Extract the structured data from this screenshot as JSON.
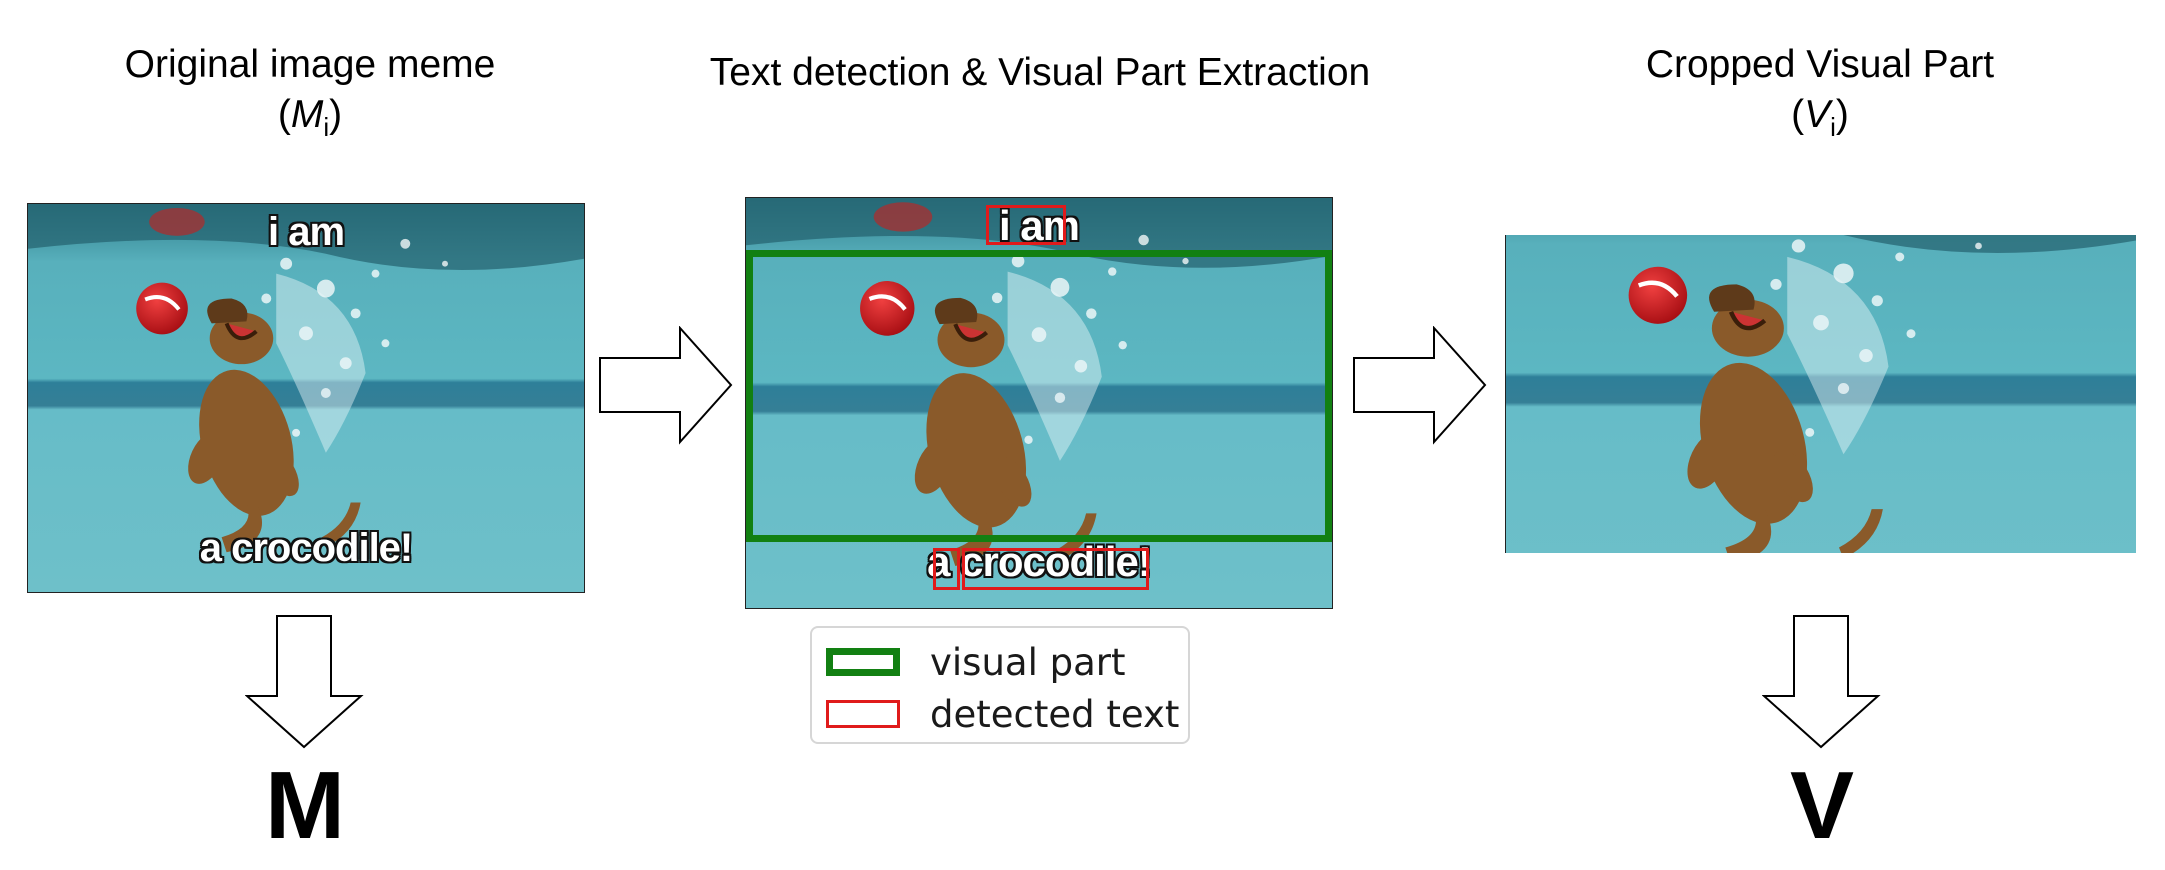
{
  "headings": {
    "original": {
      "line1": "Original image meme",
      "line2_open": "(",
      "line2_var": "M",
      "line2_sub": "i",
      "line2_close": ")"
    },
    "detection": {
      "line1": "Text detection & Visual Part Extraction"
    },
    "cropped": {
      "line1": "Cropped Visual Part",
      "line2_open": "(",
      "line2_var": "V",
      "line2_sub": "i",
      "line2_close": ")"
    }
  },
  "meme_text": {
    "top": "i am",
    "bottom": "a crocodile!",
    "bottom_word1": "a",
    "bottom_word2": "crocodile!"
  },
  "legend": [
    {
      "label": "visual part",
      "color": "#128012"
    },
    {
      "label": "detected text",
      "color": "#e01b1b"
    }
  ],
  "outputs": {
    "left": "M",
    "right": "V"
  },
  "colors": {
    "visual_part": "#128012",
    "detected_text": "#e01b1b",
    "water": "#5fb6bf"
  }
}
